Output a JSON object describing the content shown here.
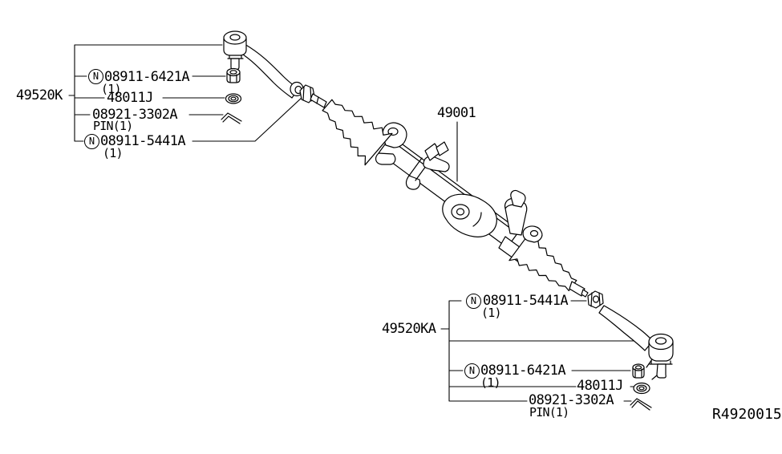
{
  "page": {
    "background": "#ffffff",
    "line_color": "#000000",
    "ref_code": "R4920015"
  },
  "assembly": {
    "part_code": "49001",
    "description": "steering gear and linkage assembly"
  },
  "top_group": {
    "group_code": "49520K",
    "parts": [
      {
        "prefix": "N",
        "code": "08911-6421A",
        "qty": "(1)"
      },
      {
        "prefix": "",
        "code": "48011J",
        "qty": ""
      },
      {
        "prefix": "",
        "code": "08921-3302A",
        "qty": "PIN(1)"
      },
      {
        "prefix": "N",
        "code": "08911-5441A",
        "qty": "(1)"
      }
    ]
  },
  "bottom_group": {
    "group_code": "49520KA",
    "parts": [
      {
        "prefix": "N",
        "code": "08911-5441A",
        "qty": "(1)"
      },
      {
        "prefix": "N",
        "code": "08911-6421A",
        "qty": "(1)"
      },
      {
        "prefix": "",
        "code": "48011J",
        "qty": ""
      },
      {
        "prefix": "",
        "code": "08921-3302A",
        "qty": "PIN(1)"
      }
    ]
  },
  "icons": {
    "nut": "lock-nut-icon",
    "washer": "washer-icon",
    "pin": "cotter-pin-icon",
    "circled_letter": "n-circle-badge"
  }
}
